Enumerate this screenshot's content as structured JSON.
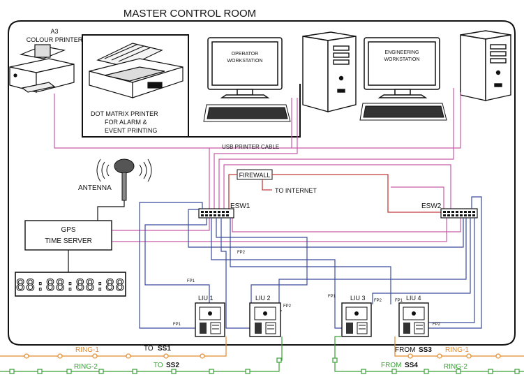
{
  "title": "MASTER CONTROL ROOM",
  "colors": {
    "pink": "#c85aa6",
    "blue": "#3b4a9c",
    "red": "#c43a3a",
    "orange": "#e08a2c",
    "green": "#3aa035",
    "black": "#111111"
  },
  "printers": {
    "colour_line1": "A3",
    "colour_line2": "COLOUR PRINTER",
    "dot_line1": "DOT MATRIX PRINTER",
    "dot_line2": "FOR ALARM &",
    "dot_line3": "EVENT PRINTING",
    "cable_label": "USB PRINTER CABLE"
  },
  "workstations": {
    "operator_line1": "OPERATOR",
    "operator_line2": "WORKSTATION",
    "engineering_line1": "ENGINEERING",
    "engineering_line2": "WORKSTATION"
  },
  "network": {
    "firewall": "FIREWALL",
    "internet": "TO INTERNET",
    "esw1": "ESW1",
    "esw2": "ESW2"
  },
  "gps": {
    "antenna": "ANTENNA",
    "server_line1": "GPS",
    "server_line2": "TIME SERVER",
    "clock_display": "88:88:88:88"
  },
  "lius": [
    {
      "label": "LIU 1"
    },
    {
      "label": "LIU 2"
    },
    {
      "label": "LIU 3"
    },
    {
      "label": "LIU 4"
    }
  ],
  "ports": {
    "fp1": "FP1",
    "fp2": "FP2"
  },
  "rings": {
    "ring1_left": "RING-1",
    "ring2_left": "RING-2",
    "ring1_right": "RING-1",
    "ring2_right": "RING-2",
    "to_prefix": "TO",
    "from_prefix": "FROM",
    "ss1": "SS1",
    "ss2": "SS2",
    "ss3": "SS3",
    "ss4": "SS4"
  }
}
